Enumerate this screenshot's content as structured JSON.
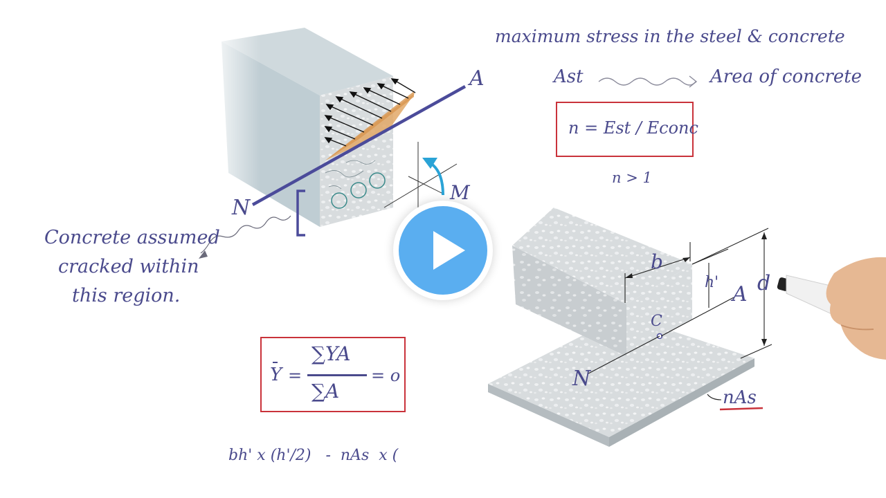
{
  "labels": {
    "top_caption": "maximum stress in the steel & concrete",
    "ast": "Ast",
    "area_of_concrete": "Area of concrete",
    "modular_ratio": "n = Est / Econc",
    "n_gt_1": "n > 1",
    "axis_A_top": "A",
    "axis_N_top": "N",
    "moment_M": "M",
    "cracked_note_line1": "Concrete assumed",
    "cracked_note_line2": "cracked within",
    "cracked_note_line3": "this region.",
    "b": "b",
    "h_prime": "h'",
    "axis_A_bottom": "A",
    "d": "d",
    "c": "C",
    "axis_N_bottom": "N",
    "nAs": "nAs",
    "formula_ybar": "Y",
    "formula_eq": "=",
    "formula_num": "∑YA",
    "formula_den": "∑A",
    "formula_zero": "= o",
    "bottom_eq": "bh' x (h'/2)   -  nAs  x ("
  },
  "controls": {
    "play_label": "play-video"
  },
  "colors": {
    "ink": "#4a4a8c",
    "box_red": "#c9323a",
    "play_blue": "#5aaef0",
    "concrete": "#cfd8dc",
    "neutral_axis": "#4b4b9a",
    "moment_arrow": "#2aa3d6",
    "stress_plane": "#e2a867"
  }
}
